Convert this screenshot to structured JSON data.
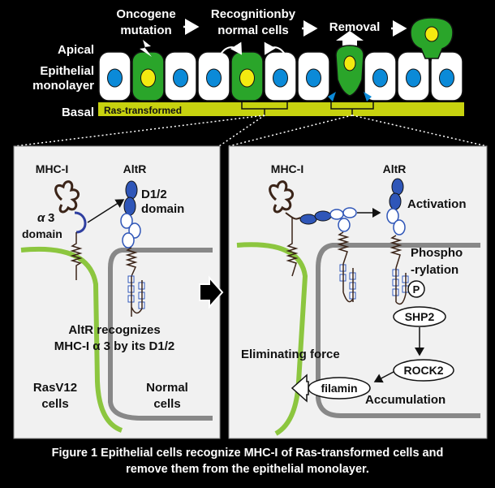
{
  "top": {
    "step_oncogene": "Oncogene",
    "step_oncogene_2": "mutation",
    "step_recognition": "Recognitionby",
    "step_recognition_2": "normal cells",
    "step_removal": "Removal",
    "label_apical": "Apical",
    "label_epithelial": "Epithelial",
    "label_monolayer": "monolayer",
    "label_basal": "Basal",
    "basal_band": "Ras-transformed"
  },
  "left_panel": {
    "mhc": "MHC-I",
    "altr": "AltR",
    "alpha3_a": "α",
    "alpha3_b": "3",
    "domain": "domain",
    "d12_a": "D1/2",
    "d12_b": "domain",
    "recog_1": "AltR recognizes",
    "recog_2": "MHC-I  α 3 by its D1/2",
    "rasv12_1": "RasV12",
    "rasv12_2": "cells",
    "normal_1": "Normal",
    "normal_2": "cells"
  },
  "right_panel": {
    "mhc": "MHC-I",
    "altr": "AltR",
    "activation": "Activation",
    "phospho_1": "Phospho",
    "phospho_2": "-rylation",
    "p": "P",
    "shp2": "SHP2",
    "rock2": "ROCK2",
    "filamin": "filamin",
    "accumulation": "Accumulation",
    "eliminating": "Eliminating force"
  },
  "caption": {
    "line1": "Figure 1 Epithelial cells recognize MHC-I of Ras-transformed cells and",
    "line2": "remove them from the epithelial monolayer."
  },
  "colors": {
    "transformed_cell": "#2aa52a",
    "normal_nucleus": "#0b8ad8",
    "transformed_nucleus": "#f3ea10",
    "basal_band": "#c7d20f",
    "membrane_green": "#8cc63f",
    "membrane_gray": "#888888",
    "altr_blue": "#2f56b8"
  }
}
